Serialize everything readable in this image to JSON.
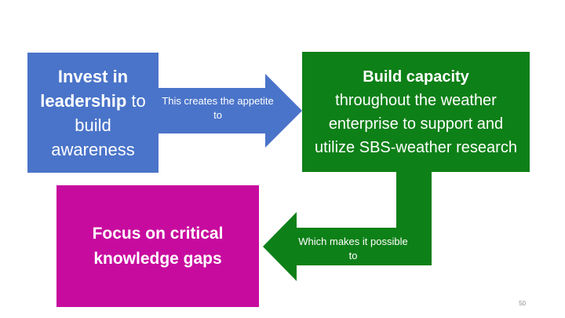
{
  "boxes": {
    "invest": {
      "bold": "Invest in leadership",
      "rest": " to build awareness"
    },
    "build": {
      "bold": "Build capacity",
      "rest": "throughout the weather enterprise to support and utilize SBS-weather research"
    },
    "focus": {
      "text": "Focus on critical knowledge gaps"
    }
  },
  "arrows": {
    "creates": "This creates the appetite to",
    "makes": "Which makes it possible to"
  },
  "page_number": "50",
  "colors": {
    "invest": "#4a74c9",
    "build": "#0e8018",
    "focus": "#c80b9f"
  }
}
